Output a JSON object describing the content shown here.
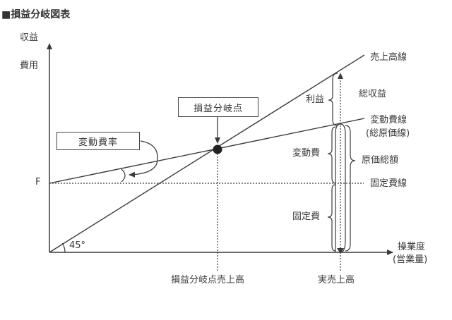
{
  "title": "■損益分岐図表",
  "axes": {
    "y_label_1": "収益",
    "y_label_2": "費用",
    "x_label_1": "操業度",
    "x_label_2": "(営業量)",
    "fixed_cost_intercept": "F",
    "angle_label": "45°"
  },
  "lines": {
    "sales_line": "売上高線",
    "variable_cost_line": "変動費線",
    "variable_cost_line_sub": "(総原価線)",
    "fixed_cost_line": "固定費線"
  },
  "callouts": {
    "break_even_point": "損益分岐点",
    "variable_cost_ratio": "変動費率"
  },
  "brace_labels": {
    "profit": "利益",
    "total_revenue": "総収益",
    "variable_cost": "変動費",
    "total_cost": "原価総額",
    "fixed_cost": "固定費"
  },
  "x_ticks": {
    "break_even_sales": "損益分岐点売上高",
    "actual_sales": "実売上高"
  },
  "colors": {
    "line": "#3a3a3a",
    "text": "#333333",
    "background": "#ffffff"
  }
}
